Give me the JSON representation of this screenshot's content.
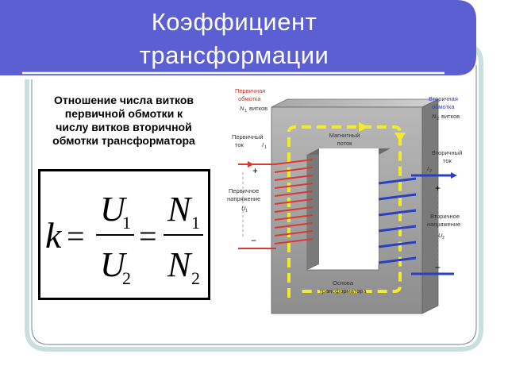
{
  "slide": {
    "title_line_1": "Коэффициент",
    "title_line_2": "трансформации",
    "description_lines": [
      "Отношение числа витков",
      "первичной обмотки к",
      "числу витков вторичной",
      "обмотки трансформатора"
    ],
    "colors": {
      "banner": "#5b5fd2",
      "frame": "#cfe3e3",
      "primary_winding": "#d93a30",
      "secondary_winding": "#2a3fc4",
      "flux_arrow": "#f3ea2a",
      "core": "#9a9a9a"
    }
  },
  "formula": {
    "k": "k",
    "eq": "=",
    "u1": "U",
    "u1_sub": "1",
    "u2": "U",
    "u2_sub": "2",
    "n1": "N",
    "n1_sub": "1",
    "n2": "N",
    "n2_sub": "2"
  },
  "figure": {
    "primary_winding_title": [
      "Первичная",
      "обмотка"
    ],
    "primary_turns": "витков",
    "primary_turns_symbol": "N",
    "primary_turns_sub": "1",
    "primary_current": [
      "Первичный",
      "ток"
    ],
    "primary_current_symbol": "I",
    "primary_current_sub": "1",
    "primary_voltage": [
      "Первичное",
      "напряжение"
    ],
    "primary_voltage_symbol": "U",
    "primary_voltage_sub": "1",
    "secondary_winding_title": [
      "Вторичная",
      "обмотка"
    ],
    "secondary_turns": "витков",
    "secondary_turns_symbol": "N",
    "secondary_turns_sub": "2",
    "secondary_current": [
      "Вторичный",
      "ток"
    ],
    "secondary_current_symbol": "I",
    "secondary_current_sub": "2",
    "secondary_voltage": [
      "Вторичное",
      "напряжение"
    ],
    "secondary_voltage_symbol": "U",
    "secondary_voltage_sub": "2",
    "flux": [
      "Магнитный",
      "поток"
    ],
    "core": [
      "Основа",
      "трансформатора"
    ],
    "plus": "+",
    "minus": "−"
  }
}
